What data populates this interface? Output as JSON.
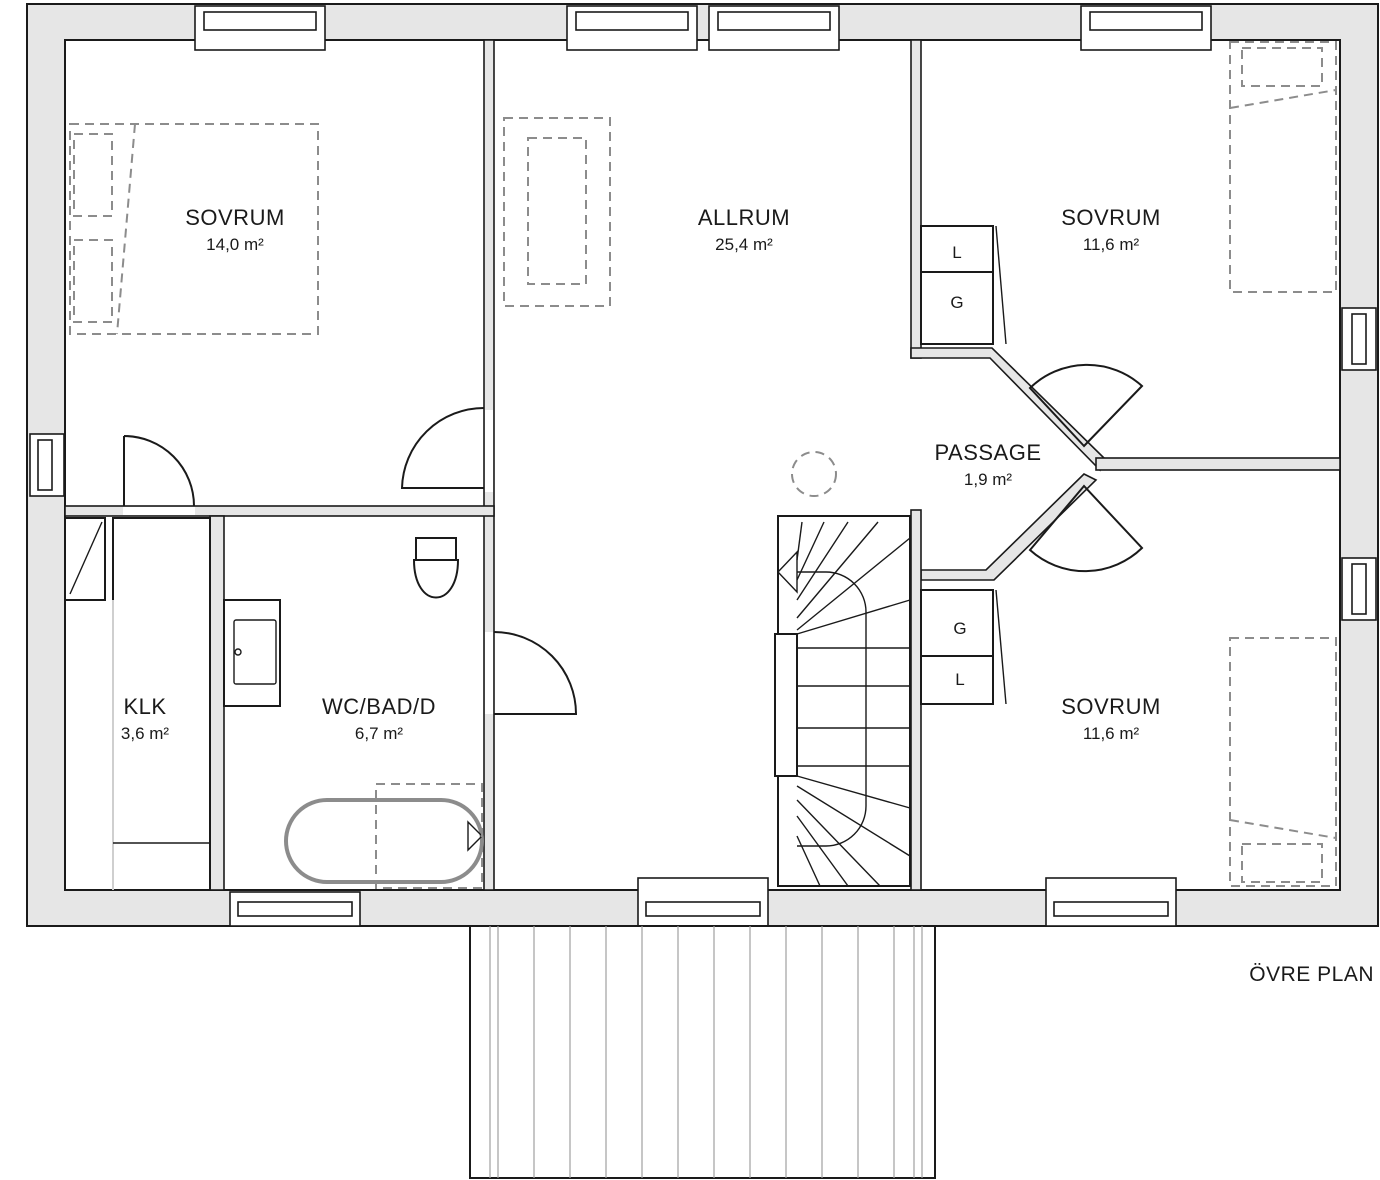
{
  "floor_label": "ÖVRE PLAN",
  "rooms": {
    "bedroom_nw": {
      "name": "SOVRUM",
      "area": "14,0 m²"
    },
    "living": {
      "name": "ALLRUM",
      "area": "25,4 m²"
    },
    "bedroom_ne": {
      "name": "SOVRUM",
      "area": "11,6 m²"
    },
    "hall": {
      "name": "PASSAGE",
      "area": "1,9 m²"
    },
    "closet": {
      "name": "KLK",
      "area": "3,6 m²"
    },
    "bathroom": {
      "name": "WC/BAD/D",
      "area": "6,7 m²"
    },
    "bedroom_se": {
      "name": "SOVRUM",
      "area": "11,6 m²"
    }
  },
  "wardrobes": {
    "ne": [
      "L",
      "G"
    ],
    "se": [
      "G",
      "L"
    ]
  },
  "colors": {
    "wall_fill": "#e6e6e6",
    "line": "#1a1a1a",
    "furniture_dashed": "#8c8c8c"
  }
}
